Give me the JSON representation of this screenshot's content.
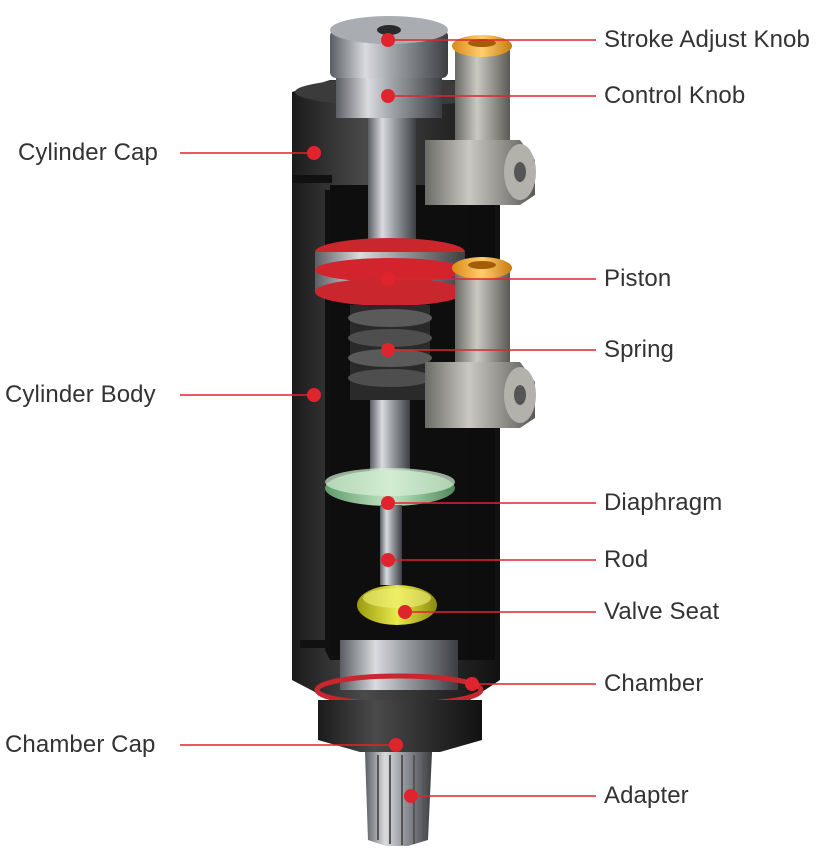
{
  "diagram": {
    "accent_color": "#e0242e",
    "labels": {
      "stroke_adjust_knob": "Stroke Adjust Knob",
      "control_knob": "Control Knob",
      "cylinder_cap": "Cylinder Cap",
      "piston": "Piston",
      "spring": "Spring",
      "cylinder_body": "Cylinder Body",
      "diaphragm": "Diaphragm",
      "rod": "Rod",
      "valve_seat": "Valve Seat",
      "chamber": "Chamber",
      "chamber_cap": "Chamber Cap",
      "adapter": "Adapter"
    }
  }
}
